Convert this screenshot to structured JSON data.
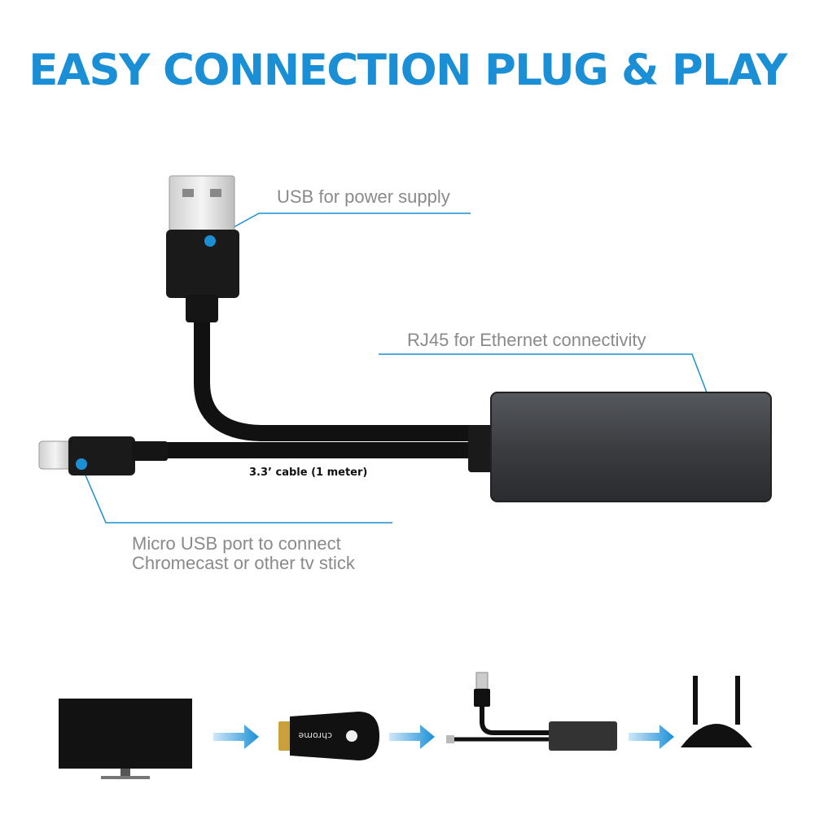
{
  "title": "EASY CONNECTION PLUG & PLAY",
  "colors": {
    "accent": "#1B8FD6",
    "callout_text": "#8a8a8a",
    "callout_line": "#1B8FD6",
    "adapter_body": "#3b3d41",
    "cable": "#111111"
  },
  "callouts": {
    "usb_power": "USB for power supply",
    "rj45": "RJ45 for Ethernet connectivity",
    "micro_usb": "Micro USB port to connect Chromecast or other tv stick"
  },
  "cable_length": "3.3’ cable (1 meter)",
  "flow": {
    "steps": [
      "tv-icon",
      "chromecast-icon",
      "adapter-icon",
      "router-icon"
    ],
    "chromecast_label": "chrome"
  }
}
